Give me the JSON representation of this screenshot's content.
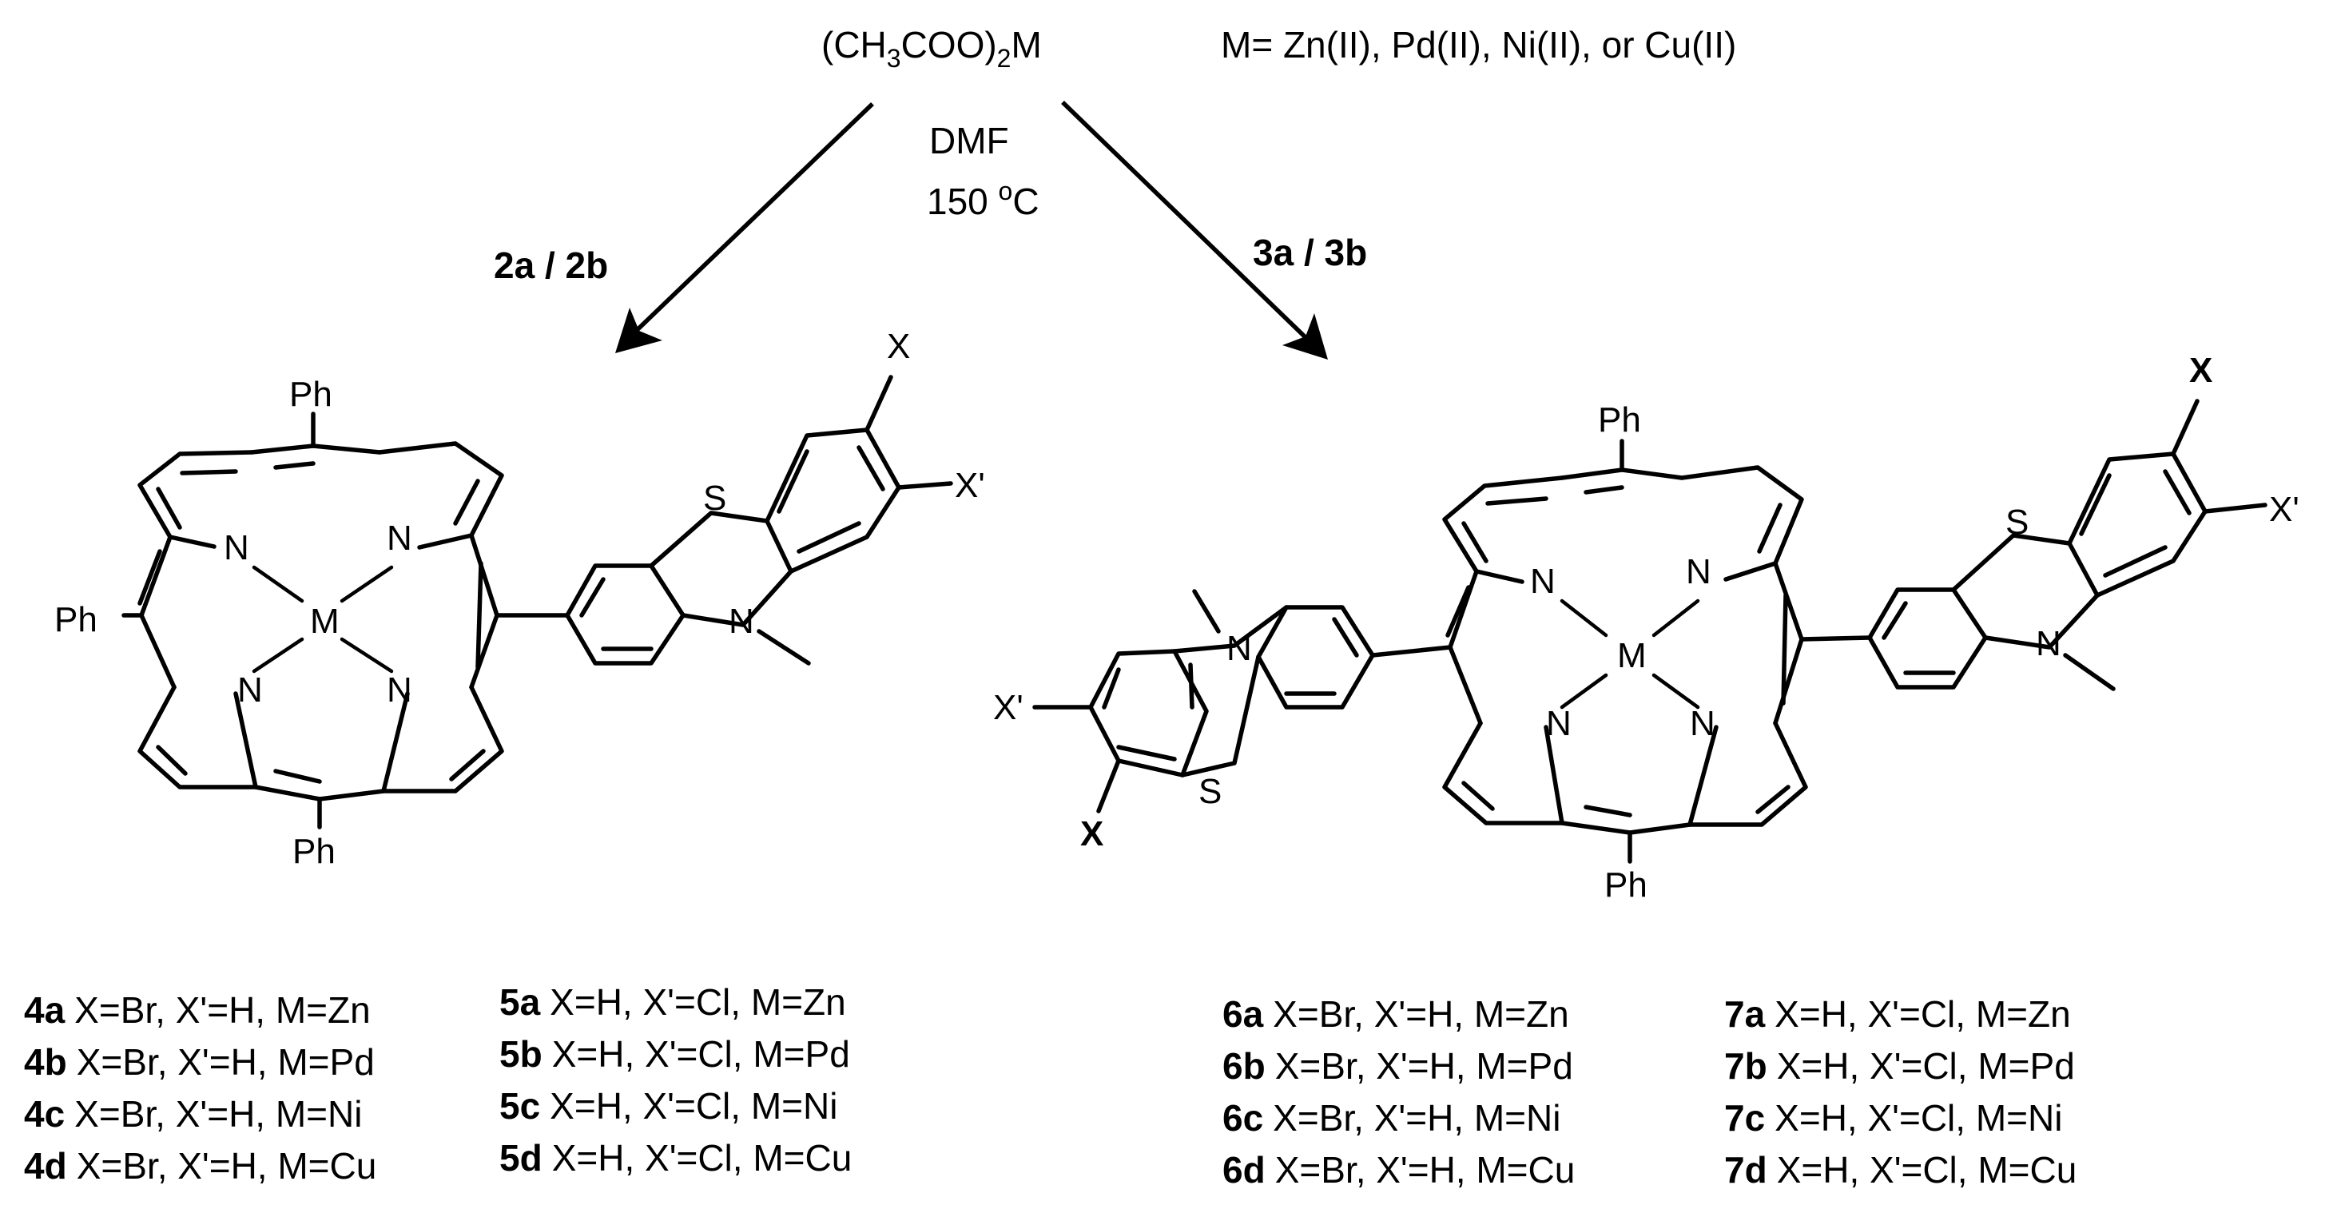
{
  "reagent": {
    "prefix": "(CH",
    "sub1": "3",
    "mid": "COO)",
    "sub2": "2",
    "suffix": "M"
  },
  "metal_def": "M= Zn(II), Pd(II), Ni(II), or Cu(II)",
  "conditions": {
    "solvent": "DMF",
    "temp_value": "150 ",
    "temp_sup": "o",
    "temp_unit": "C"
  },
  "left_arrow_label": "2a / 2b",
  "right_arrow_label": "3a / 3b",
  "atoms": {
    "N": "N",
    "M": "M",
    "S": "S",
    "Ph": "Ph",
    "X": "X",
    "Xp": "X'"
  },
  "compounds": [
    {
      "id": "4a",
      "desc": "X=Br, X'=H, M=Zn"
    },
    {
      "id": "4b",
      "desc": "X=Br, X'=H, M=Pd"
    },
    {
      "id": "4c",
      "desc": "X=Br, X'=H, M=Ni"
    },
    {
      "id": "4d",
      "desc": "X=Br, X'=H, M=Cu"
    },
    {
      "id": "5a",
      "desc": "X=H, X'=Cl, M=Zn"
    },
    {
      "id": "5b",
      "desc": "X=H, X'=Cl, M=Pd"
    },
    {
      "id": "5c",
      "desc": "X=H, X'=Cl, M=Ni"
    },
    {
      "id": "5d",
      "desc": "X=H, X'=Cl, M=Cu"
    },
    {
      "id": "6a",
      "desc": "X=Br, X'=H, M=Zn"
    },
    {
      "id": "6b",
      "desc": "X=Br, X'=H, M=Pd"
    },
    {
      "id": "6c",
      "desc": "X=Br, X'=H, M=Ni"
    },
    {
      "id": "6d",
      "desc": "X=Br, X'=H, M=Cu"
    },
    {
      "id": "7a",
      "desc": "X=H, X'=Cl, M=Zn"
    },
    {
      "id": "7b",
      "desc": "X=H, X'=Cl, M=Pd"
    },
    {
      "id": "7c",
      "desc": "X=H, X'=Cl, M=Ni"
    },
    {
      "id": "7d",
      "desc": "X=H, X'=Cl, M=Cu"
    }
  ]
}
